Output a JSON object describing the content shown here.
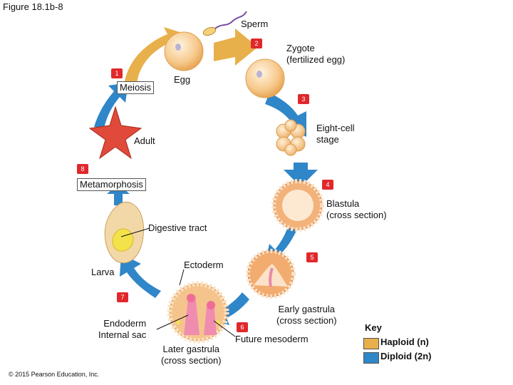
{
  "figure_title": "Figure 18.1b-8",
  "copyright": "© 2015 Pearson Education, Inc.",
  "labels": {
    "sperm": "Sperm",
    "zygote": "Zygote\n(fertilized egg)",
    "egg": "Egg",
    "meiosis": "Meiosis",
    "adult": "Adult",
    "eight_cell": "Eight-cell\nstage",
    "metamorphosis": "Metamorphosis",
    "blastula": "Blastula\n(cross section)",
    "digestive_tract": "Digestive tract",
    "ectoderm": "Ectoderm",
    "larva": "Larva",
    "early_gastrula": "Early gastrula\n(cross section)",
    "endoderm_sac": "Endoderm\nInternal sac",
    "later_gastrula": "Later gastrula\n(cross section)",
    "future_mesoderm": "Future mesoderm"
  },
  "steps": [
    "1",
    "2",
    "3",
    "4",
    "5",
    "6",
    "7",
    "8"
  ],
  "key": {
    "title": "Key",
    "haploid": "Haploid (n)",
    "diploid": "Diploid (2n)",
    "haploid_color": "#e8b04a",
    "diploid_color": "#2f86c8"
  }
}
